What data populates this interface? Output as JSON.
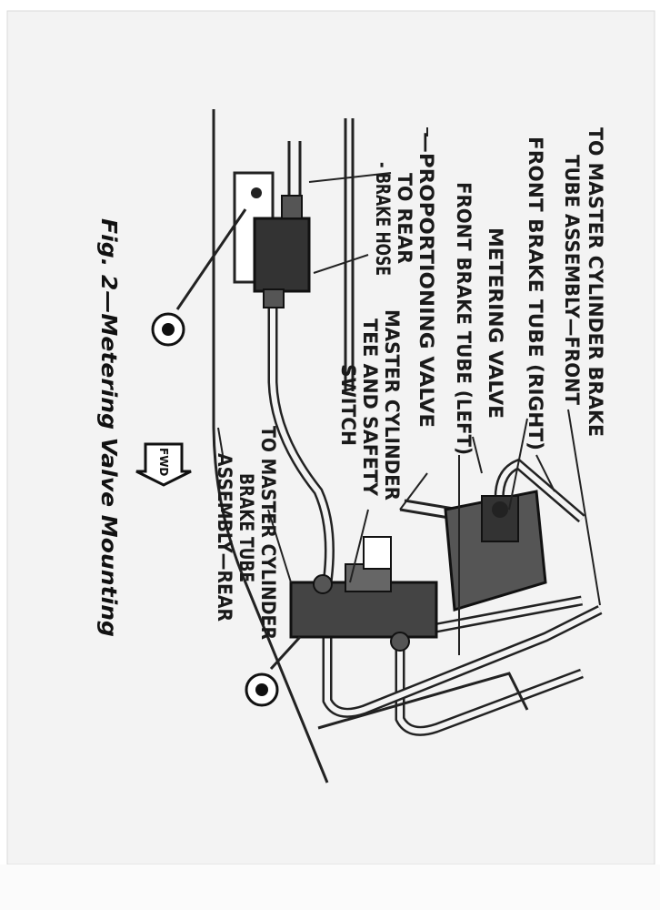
{
  "figure": {
    "caption": "Fig. 2—Metering Valve Mounting",
    "fwd_arrow": "FWD",
    "labels": {
      "to_master_front_1": "TO MASTER CYLINDER BRAKE",
      "to_master_front_2": "TUBE ASSEMBLY—FRONT",
      "front_tube_right": "FRONT BRAKE TUBE (RIGHT)",
      "metering_valve": "METERING VALVE",
      "front_tube_left": "FRONT BRAKE TUBE (LEFT)",
      "proportioning_valve": "—PROPORTIONING VALVE",
      "rear_hose_1": "TO REAR",
      "rear_hose_2": "- BRAKE HOSE",
      "tee_switch_1": "MASTER CYLINDER",
      "tee_switch_2": "TEE AND SAFETY",
      "tee_switch_3": "SWITCH",
      "to_master_rear_1": "TO MASTER CYLINDER",
      "to_master_rear_2": "BRAKE TUBE",
      "to_master_rear_3": "ASSEMBLY—REAR"
    }
  }
}
